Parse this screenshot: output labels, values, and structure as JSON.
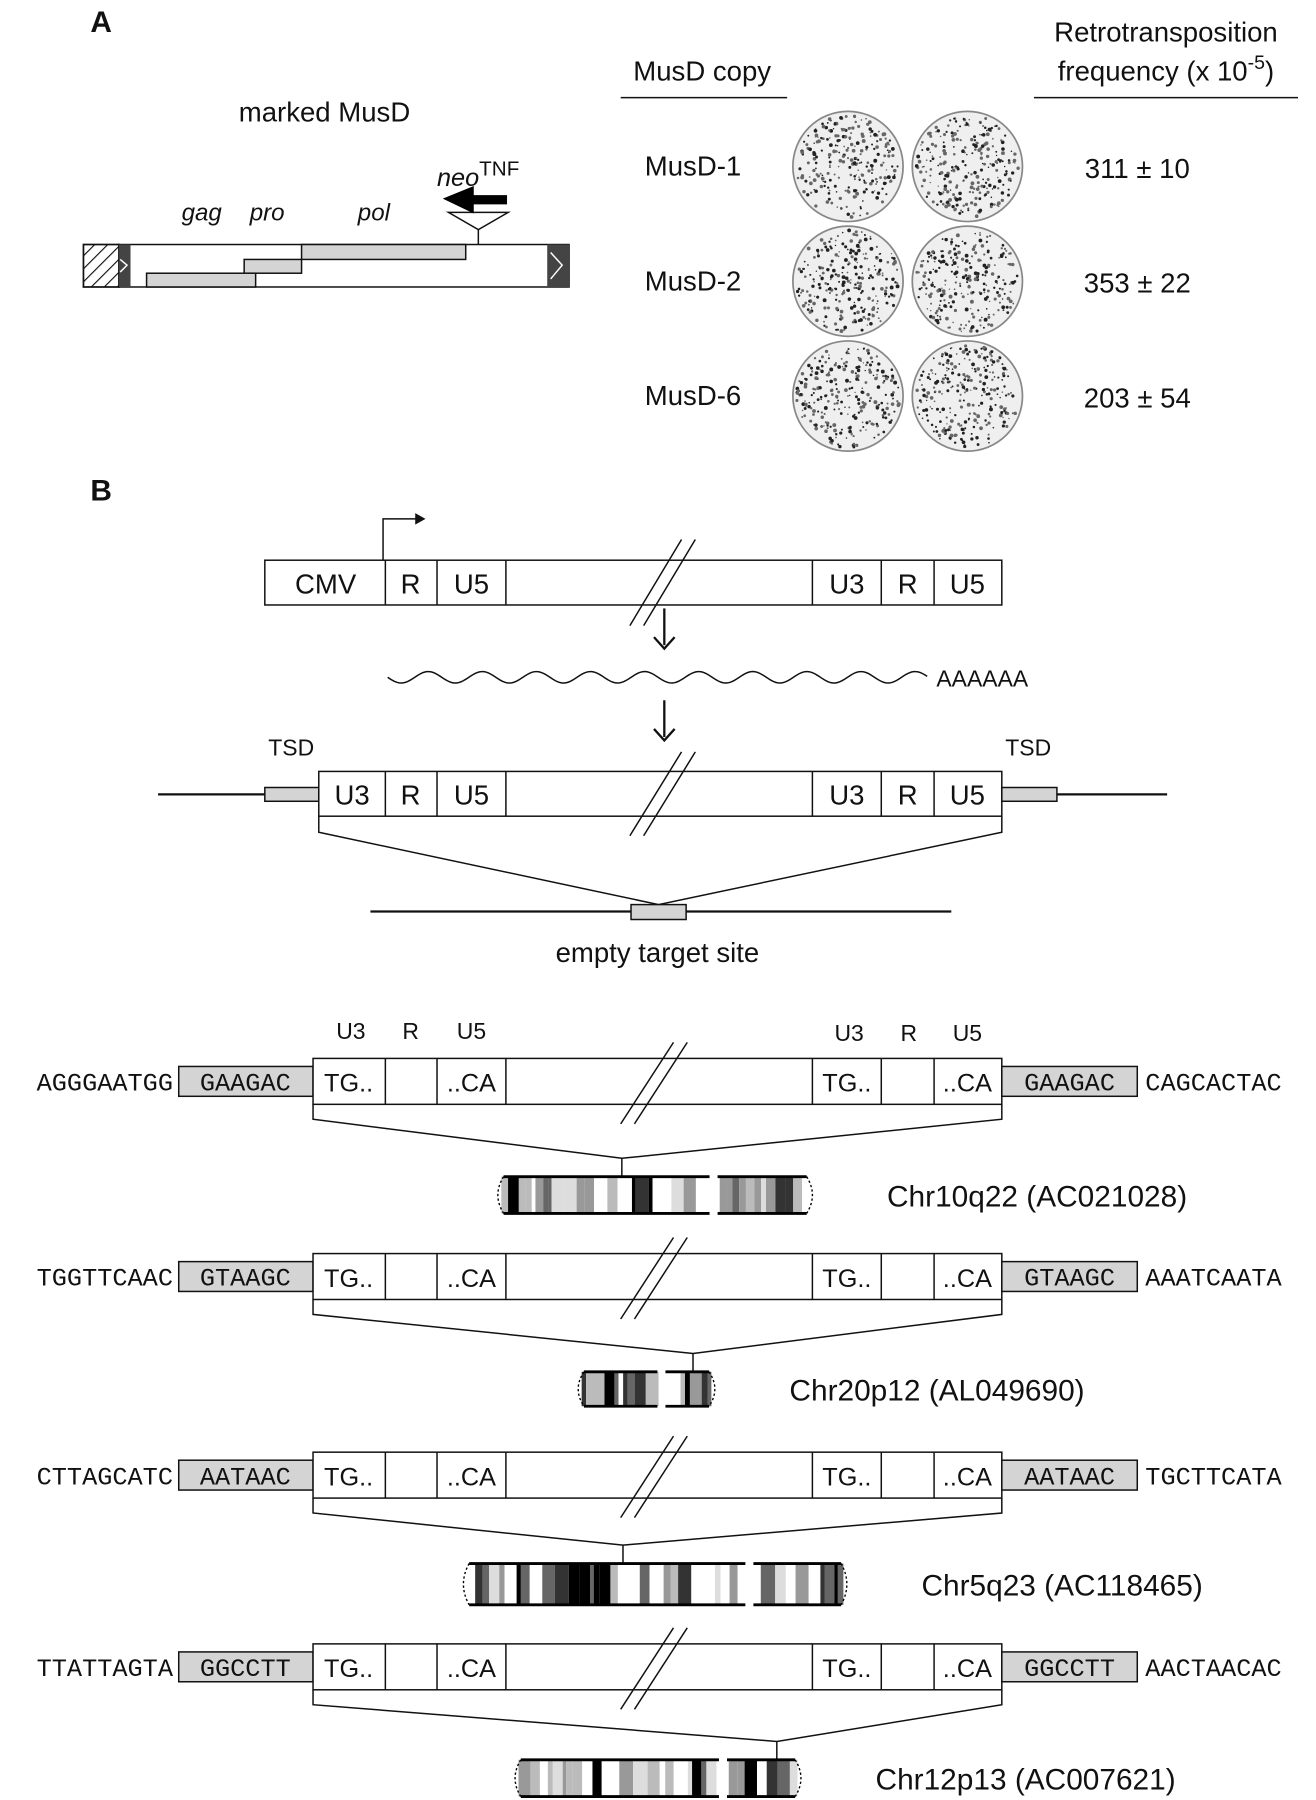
{
  "panel_a": {
    "label": "A",
    "construct_title": "marked MusD",
    "genes": {
      "gag": "gag",
      "pro": "pro",
      "pol": "pol"
    },
    "marker": {
      "name": "neo",
      "superscript": "TNF"
    },
    "col_copy": "MusD copy",
    "col_freq_line1": "Retrotransposition",
    "col_freq_line2": "frequency (x 10",
    "col_freq_exp": "-5",
    "col_freq_close": ")",
    "rows": [
      {
        "copy": "MusD-1",
        "frequency": "311 ± 10"
      },
      {
        "copy": "MusD-2",
        "frequency": "353 ± 22"
      },
      {
        "copy": "MusD-6",
        "frequency": "203 ± 54"
      }
    ]
  },
  "panel_b": {
    "label": "B",
    "expression": {
      "cmv": "CMV",
      "r": "R",
      "u5": "U5",
      "u3_right": "U3",
      "r_right": "R",
      "u5_right": "U5"
    },
    "polya": "AAAAAA",
    "provirus": {
      "u3": "U3",
      "r": "R",
      "u5": "U5",
      "u3_right": "U3",
      "r_right": "R",
      "u5_right": "U5",
      "tsd_left": "TSD",
      "tsd_right": "TSD"
    },
    "empty_site": "empty target site",
    "ltr_header": {
      "u3": "U3",
      "r": "R",
      "u5": "U5",
      "u3_right": "U3",
      "r_right": "R",
      "u5_right": "U5"
    },
    "ltr_start": "TG..",
    "ltr_end": "..CA",
    "insertions": [
      {
        "left_flank": "AGGGAATGG",
        "tsd": "GAAGAC",
        "right_flank": "CAGCACTAC",
        "locus": "Chr10q22 (AC021028)"
      },
      {
        "left_flank": "TGGTTCAAC",
        "tsd": "GTAAGC",
        "right_flank": "AAATCAATA",
        "locus": "Chr20p12 (AL049690)"
      },
      {
        "left_flank": "CTTAGCATC",
        "tsd": "AATAAC",
        "right_flank": "TGCTTCATA",
        "locus": "Chr5q23 (AC118465)"
      },
      {
        "left_flank": "TTATTAGTA",
        "tsd": "GGCCTT",
        "right_flank": "AACTAACAC",
        "locus": "Chr12p13 (AC007621)"
      }
    ]
  }
}
